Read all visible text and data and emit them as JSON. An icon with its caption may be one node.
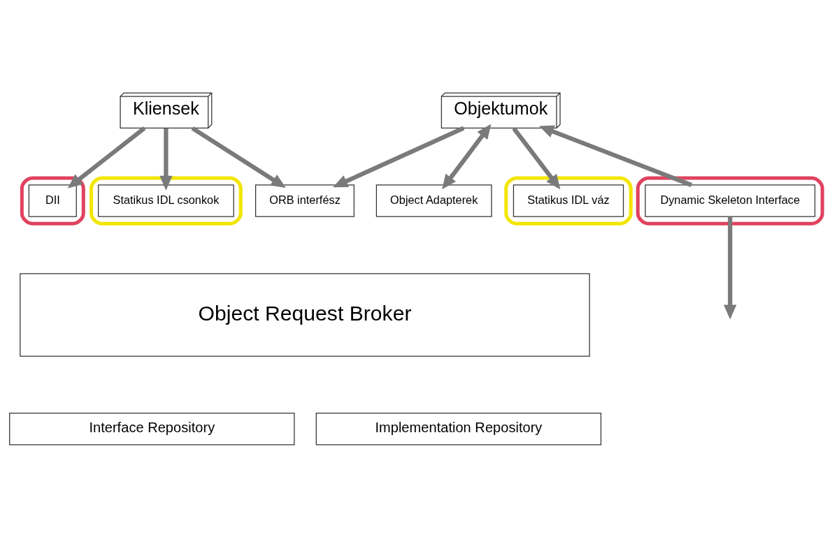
{
  "diagram": {
    "nodes": [
      {
        "text": [
          "Kliensek"
        ]
      },
      {
        "text": [
          "Objektumok"
        ]
      },
      {
        "text": [],
        "shape": "ellipse"
      },
      {
        "text": [
          "DII"
        ],
        "in": 2
      },
      {
        "text": [],
        "shape": "ellipse"
      },
      {
        "text": [
          "Statikus IDL csonkok"
        ],
        "in": 4
      },
      {
        "text": [
          "ORB interfész"
        ]
      },
      {
        "text": [
          "Object Adapterek"
        ]
      },
      {
        "text": [],
        "shape": "ellipse"
      },
      {
        "text": [
          "Statikus IDL váz"
        ],
        "in": 8
      },
      {
        "text": [],
        "shape": "ellipse"
      },
      {
        "text": [
          "Dynamic Skeleton Interface"
        ],
        "in": 10
      },
      {
        "text": [
          "Object Request Broker"
        ]
      },
      {
        "text": [
          "Interface Repository"
        ]
      },
      {
        "text": [
          "Implementation Repository"
        ]
      }
    ],
    "edges": [
      {
        "from": 0,
        "to": 3,
        "arrow": "to"
      },
      {
        "from": 0,
        "to": 5,
        "arrow": "to"
      },
      {
        "from": 0,
        "to": 6,
        "arrow": "to"
      },
      {
        "from": 1,
        "to": 6,
        "arrow": "to"
      },
      {
        "from": 1,
        "to": 7,
        "arrow": "both"
      },
      {
        "from": 1,
        "to": 9,
        "arrow": "to"
      },
      {
        "from": 11,
        "to": 1,
        "arrow": "to"
      },
      {
        "from": 11,
        "to": null,
        "arrow": "to"
      }
    ]
  }
}
